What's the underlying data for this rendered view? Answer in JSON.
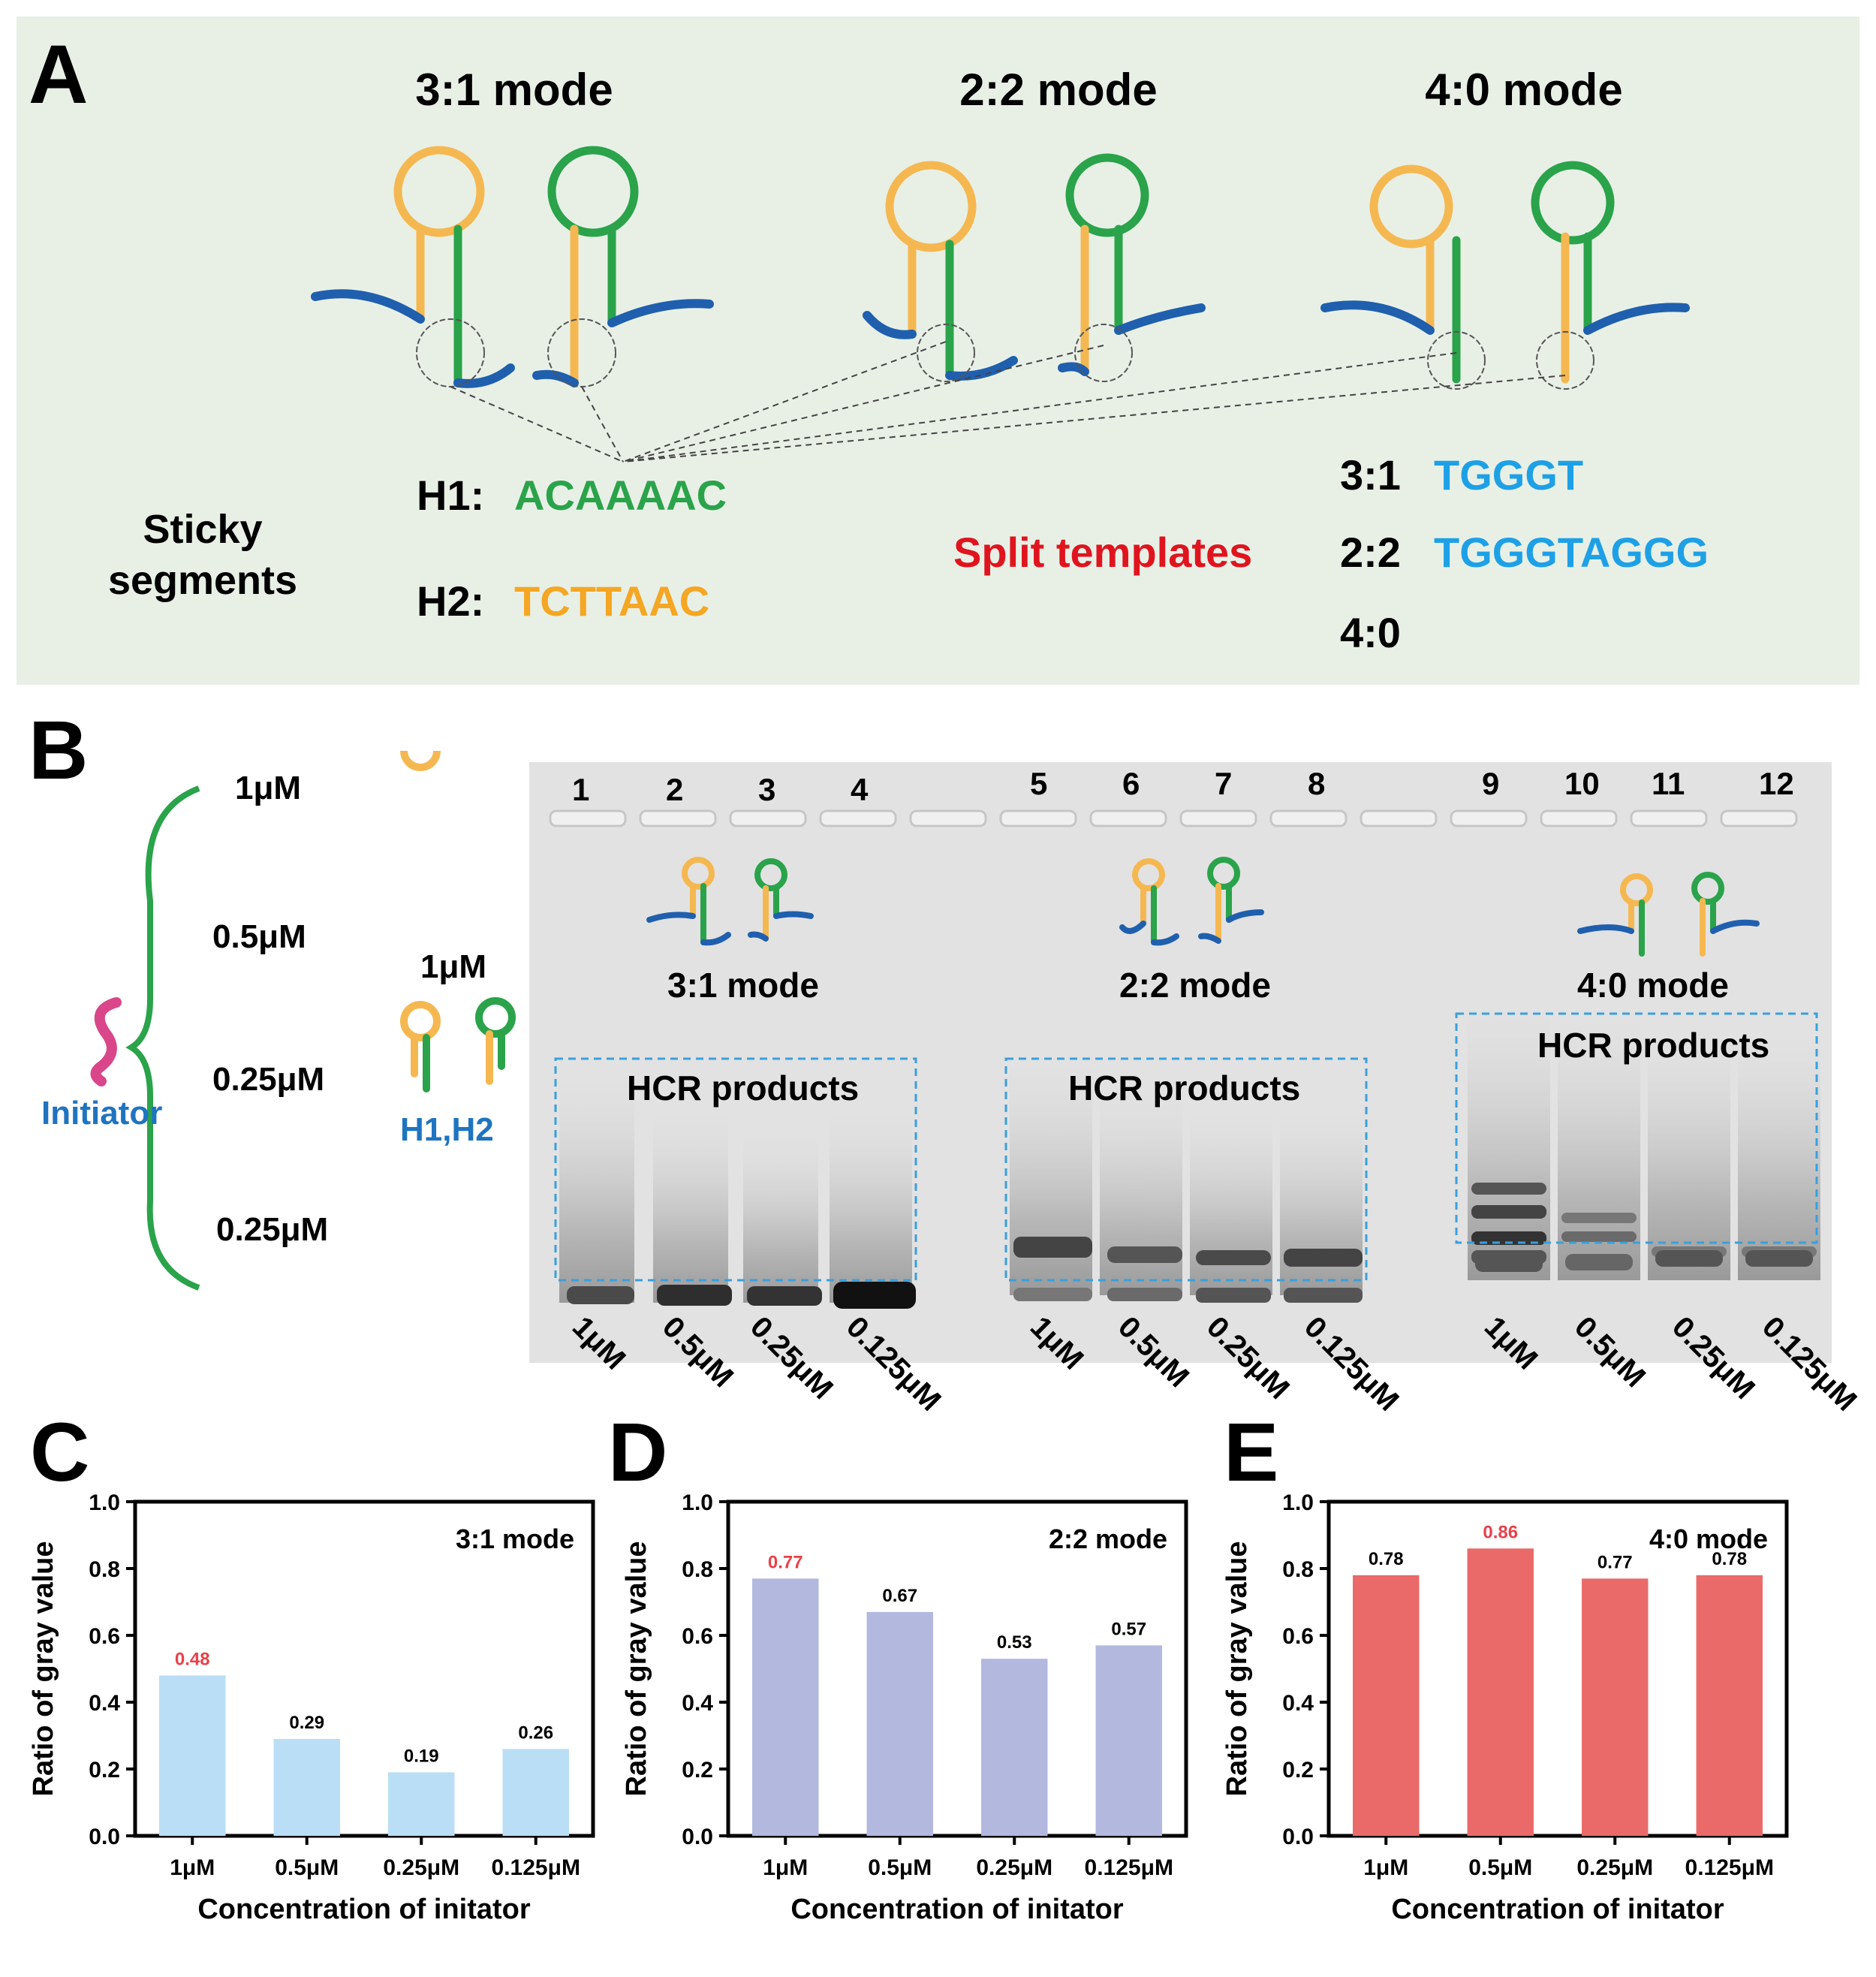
{
  "panelA": {
    "label": "A",
    "modes": [
      "3:1 mode",
      "2:2 mode",
      "4:0 mode"
    ],
    "sticky_label": "Sticky\nsegments",
    "h1_label": "H1:",
    "h1_seq": "ACAAAAC",
    "h2_label": "H2:",
    "h2_seq": "TCTTAAC",
    "split_label": "Split templates",
    "split_rows": [
      {
        "mode": "3:1",
        "seq": "TGGGT"
      },
      {
        "mode": "2:2",
        "seq": "TGGGTAGGG"
      },
      {
        "mode": "4:0",
        "seq": ""
      }
    ],
    "colors": {
      "h1": "#2aa34a",
      "h2": "#f5a623",
      "split": "#e0141e",
      "seq_blue": "#1ea0e6",
      "bg": "#e8f0e6"
    }
  },
  "panelB": {
    "label": "B",
    "initiator_label": "Initiator",
    "initiator_concs": [
      "1μM",
      "0.5μM",
      "0.25μM",
      "0.25μM"
    ],
    "hairpin_conc": "1μM",
    "hairpin_label": "H1,H2",
    "lanes": [
      "1",
      "2",
      "3",
      "4",
      "5",
      "6",
      "7",
      "8",
      "9",
      "10",
      "11",
      "12"
    ],
    "gel_modes": [
      "3:1 mode",
      "2:2 mode",
      "4:0 mode"
    ],
    "hcr_label": "HCR products",
    "lane_concs": [
      "1μM",
      "0.5μM",
      "0.25μM",
      "0.125μM"
    ]
  },
  "chart_data": [
    {
      "panel": "C",
      "type": "bar",
      "title": "3:1 mode",
      "categories": [
        "1μM",
        "0.5μM",
        "0.25μM",
        "0.125μM"
      ],
      "values": [
        0.48,
        0.29,
        0.19,
        0.26
      ],
      "value_labels": [
        "0.48",
        "0.29",
        "0.19",
        "0.26"
      ],
      "highlight_index": 0,
      "xlabel": "Concentration of initator",
      "ylabel": "Ratio of gray value",
      "ylim": [
        0,
        1.0
      ],
      "yticks": [
        "0.0",
        "0.2",
        "0.4",
        "0.6",
        "0.8",
        "1.0"
      ],
      "bar_color": "#b9def5",
      "highlight_color": "#e8414a"
    },
    {
      "panel": "D",
      "type": "bar",
      "title": "2:2 mode",
      "categories": [
        "1μM",
        "0.5μM",
        "0.25μM",
        "0.125μM"
      ],
      "values": [
        0.77,
        0.67,
        0.53,
        0.57
      ],
      "value_labels": [
        "0.77",
        "0.67",
        "0.53",
        "0.57"
      ],
      "highlight_index": 0,
      "xlabel": "Concentration of initator",
      "ylabel": "Ratio of gray value",
      "ylim": [
        0,
        1.0
      ],
      "yticks": [
        "0.0",
        "0.2",
        "0.4",
        "0.6",
        "0.8",
        "1.0"
      ],
      "bar_color": "#b3b8df",
      "highlight_color": "#e8414a"
    },
    {
      "panel": "E",
      "type": "bar",
      "title": "4:0 mode",
      "categories": [
        "1μM",
        "0.5μM",
        "0.25μM",
        "0.125μM"
      ],
      "values": [
        0.78,
        0.86,
        0.77,
        0.78
      ],
      "value_labels": [
        "0.78",
        "0.86",
        "0.77",
        "0.78"
      ],
      "highlight_index": 1,
      "xlabel": "Concentration of initator",
      "ylabel": "Ratio of gray value",
      "ylim": [
        0,
        1.0
      ],
      "yticks": [
        "0.0",
        "0.2",
        "0.4",
        "0.6",
        "0.8",
        "1.0"
      ],
      "bar_color": "#ea6a6a",
      "highlight_color": "#e8414a"
    }
  ]
}
